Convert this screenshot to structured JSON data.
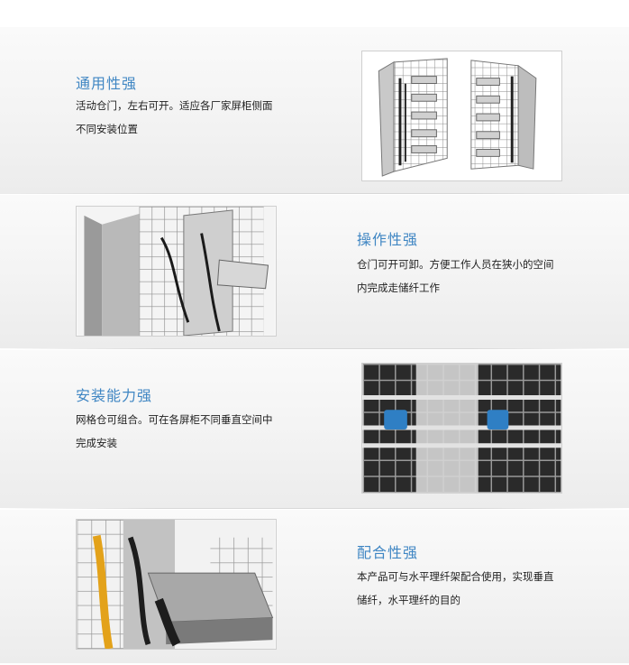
{
  "features": [
    {
      "title": "通用性强",
      "desc": "活动仓门，左右可开。适应各厂家屏柜侧面不同安装位置",
      "image_name": "two-side-panels-illustration"
    },
    {
      "title": "操作性强",
      "desc": "仓门可开可卸。方便工作人员在狭小的空间内完成走储纤工作",
      "image_name": "removable-door-illustration"
    },
    {
      "title": "安装能力强",
      "desc": "网格仓可组合。可在各屏柜不同垂直空间中完成安装",
      "image_name": "grid-with-blue-clips-illustration"
    },
    {
      "title": "配合性强",
      "desc": "本产品可与水平理纤架配合使用，实现垂直储纤，水平理纤的目的",
      "image_name": "fiber-tray-combination-illustration"
    }
  ],
  "colors": {
    "title": "#3f86c3",
    "text": "#222222",
    "clip_blue": "#2f7fc4",
    "fiber_orange": "#e3a21a"
  }
}
